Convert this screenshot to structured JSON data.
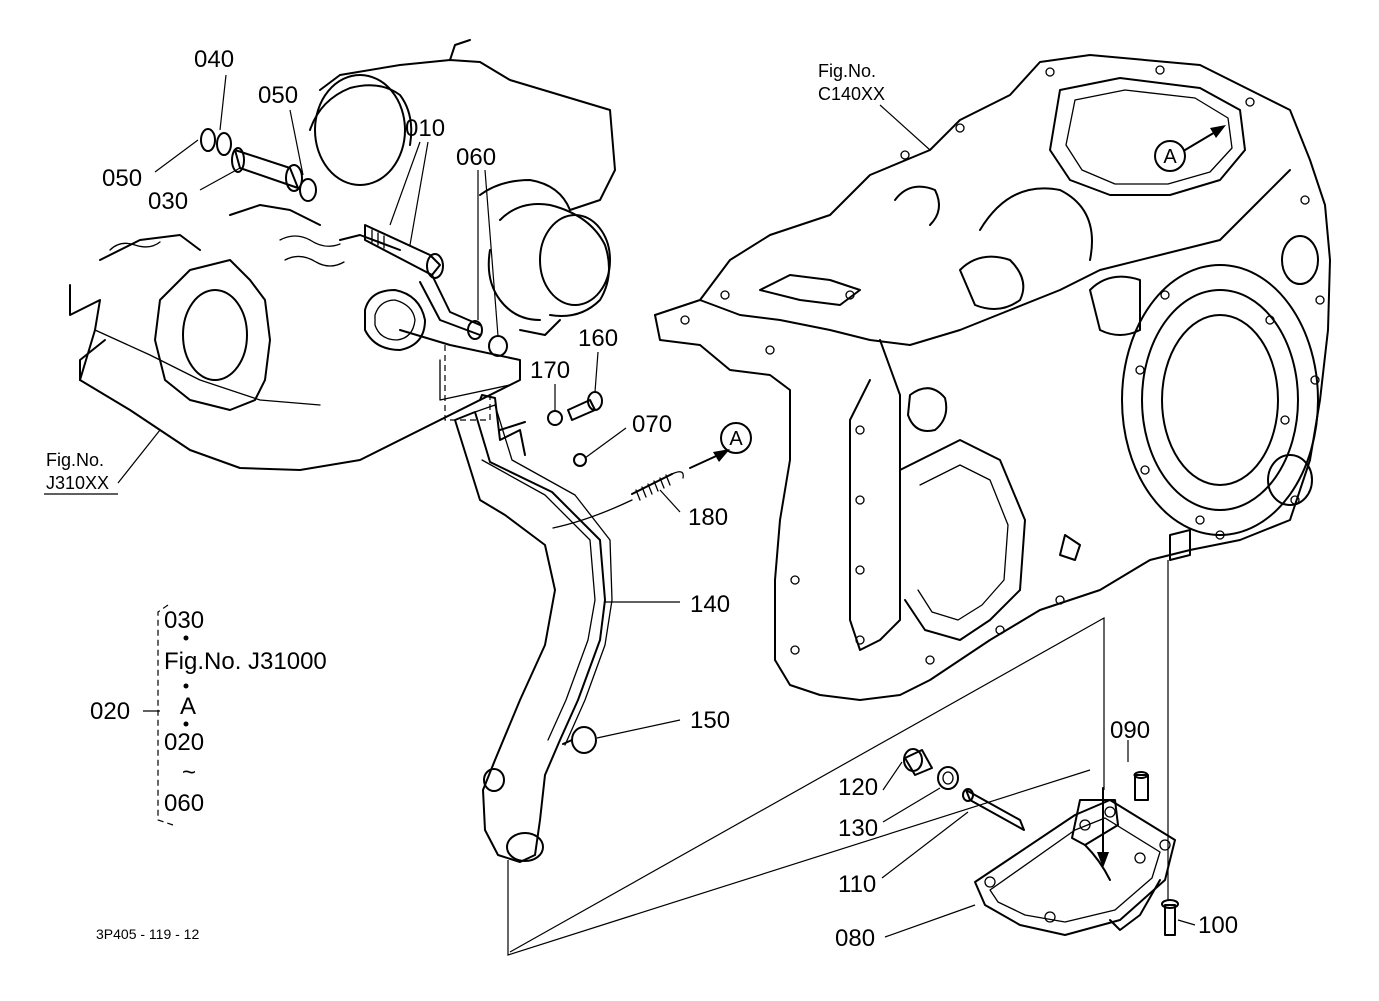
{
  "callouts": {
    "p040": "040",
    "p050_top": "050",
    "p050_left": "050",
    "p030": "030",
    "p010": "010",
    "p060": "060",
    "p160": "160",
    "p170": "170",
    "p070": "070",
    "p180": "180",
    "p140": "140",
    "p150": "150",
    "p090": "090",
    "p120": "120",
    "p130": "130",
    "p110": "110",
    "p100": "100",
    "p080": "080",
    "p020": "020"
  },
  "reference_markers": {
    "marker_a_left": "A",
    "marker_a_right": "A"
  },
  "figure_refs": {
    "fig_left_title": "Fig.No.",
    "fig_left_number": "J310XX",
    "fig_right_title": "Fig.No.",
    "fig_right_number": "C140XX"
  },
  "legend_group": {
    "line1": "030",
    "line2": "Fig.No. J31000",
    "line3": "A",
    "line4": "020",
    "line5": "~",
    "line6": "060"
  },
  "drawing_code": "3P405 - 119 - 12"
}
